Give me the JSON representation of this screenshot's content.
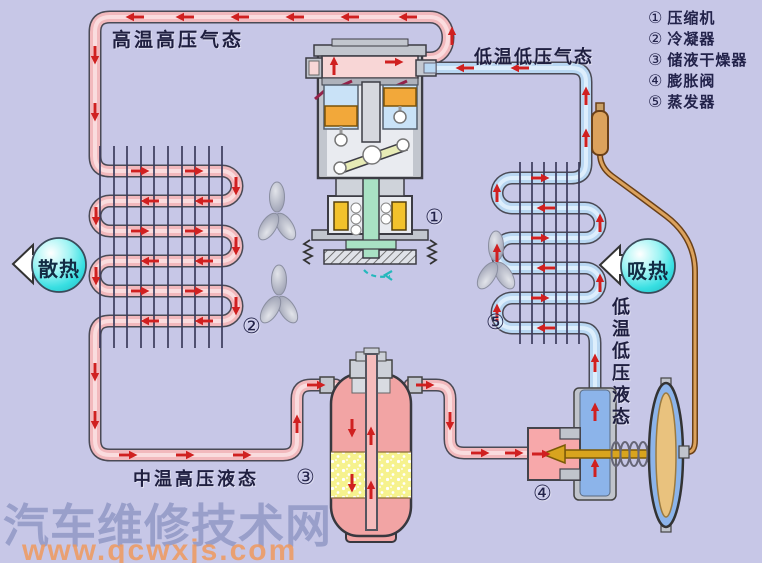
{
  "legend": {
    "items": [
      {
        "num": "①",
        "label": "压缩机"
      },
      {
        "num": "②",
        "label": "冷凝器"
      },
      {
        "num": "③",
        "label": "储液干燥器"
      },
      {
        "num": "④",
        "label": "膨胀阀"
      },
      {
        "num": "⑤",
        "label": "蒸发器"
      }
    ]
  },
  "state_labels": {
    "high_pressure_gas": "高温高压气态",
    "low_pressure_gas": "低温低压气态",
    "mid_pressure_liquid": "中温高压液态",
    "low_pressure_liquid": "低温低压液态"
  },
  "heat_bubbles": {
    "heat_out": "散热",
    "heat_in": "吸热"
  },
  "component_markers": {
    "compressor": "①",
    "condenser": "②",
    "receiver_drier": "③",
    "expansion_valve": "④",
    "evaporator": "⑤"
  },
  "watermark": {
    "site_name": "汽车维修技术网",
    "site_url": "www.qcwxjs.com"
  },
  "colors": {
    "background": "#c7c7e7",
    "hot_pipe": "#f2b9bd",
    "cold_pipe": "#b9d7f2",
    "flow_arrow_red": "#d02020",
    "bubble_cyan": "#38dfe2",
    "desiccant_yellow": "#f6f28e",
    "fin_dark": "#3c3c5c",
    "watermark_grey": "#8e96c4",
    "watermark_orange": "#f09a5e"
  }
}
